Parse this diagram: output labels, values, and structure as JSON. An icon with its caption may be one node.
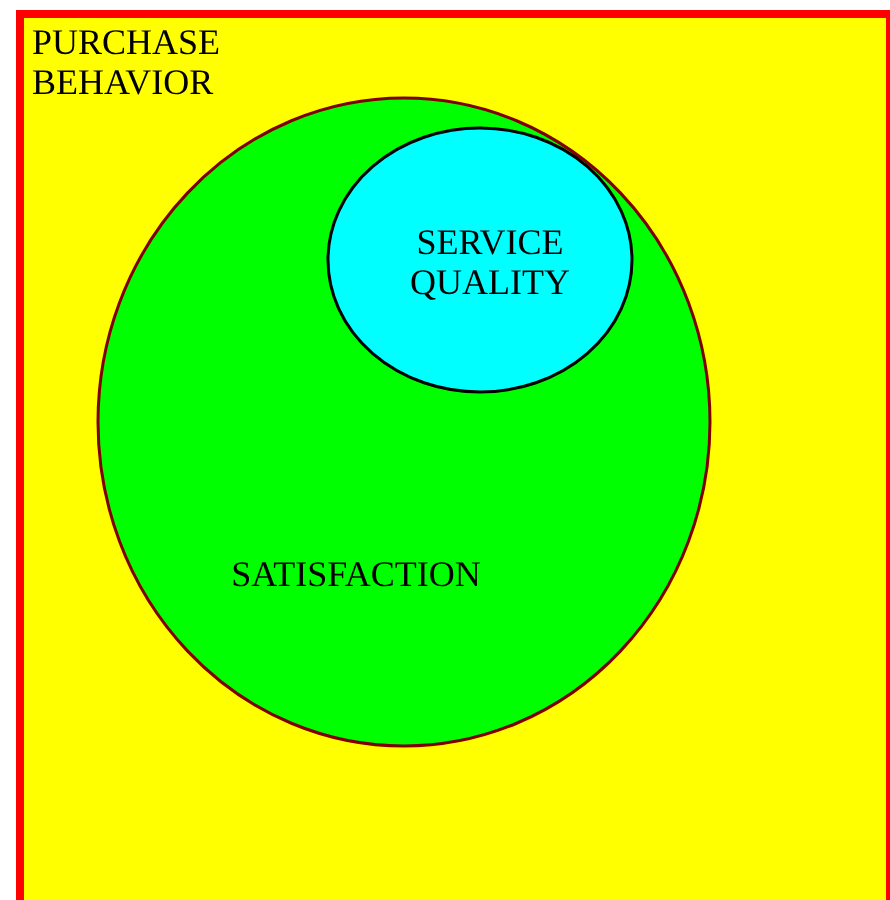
{
  "diagram": {
    "nodes": [
      {
        "text": [
          "PURCHASE BEHAVIOR"
        ]
      },
      {
        "text": [
          "SATISFACTION"
        ],
        "in": 0
      },
      {
        "text": [
          "SERVICE QUALITY"
        ],
        "in": 1
      }
    ]
  }
}
